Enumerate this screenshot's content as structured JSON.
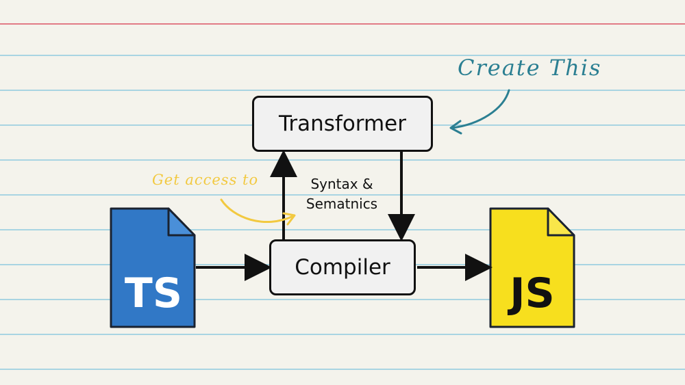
{
  "nodes": {
    "transformer": "Transformer",
    "compiler": "Compiler",
    "syntax_line1": "Syntax &",
    "syntax_line2": "Sematnics",
    "ts_file": "TS",
    "js_file": "JS"
  },
  "annotations": {
    "create_this": "Create This",
    "get_access_to": "Get access to"
  },
  "colors": {
    "ts_blue": "#3178c6",
    "js_yellow": "#f7df1e",
    "create_note": "#2b7f92",
    "access_note": "#f2c940"
  },
  "icons": {
    "ts": "typescript-file-icon",
    "js": "javascript-file-icon"
  }
}
